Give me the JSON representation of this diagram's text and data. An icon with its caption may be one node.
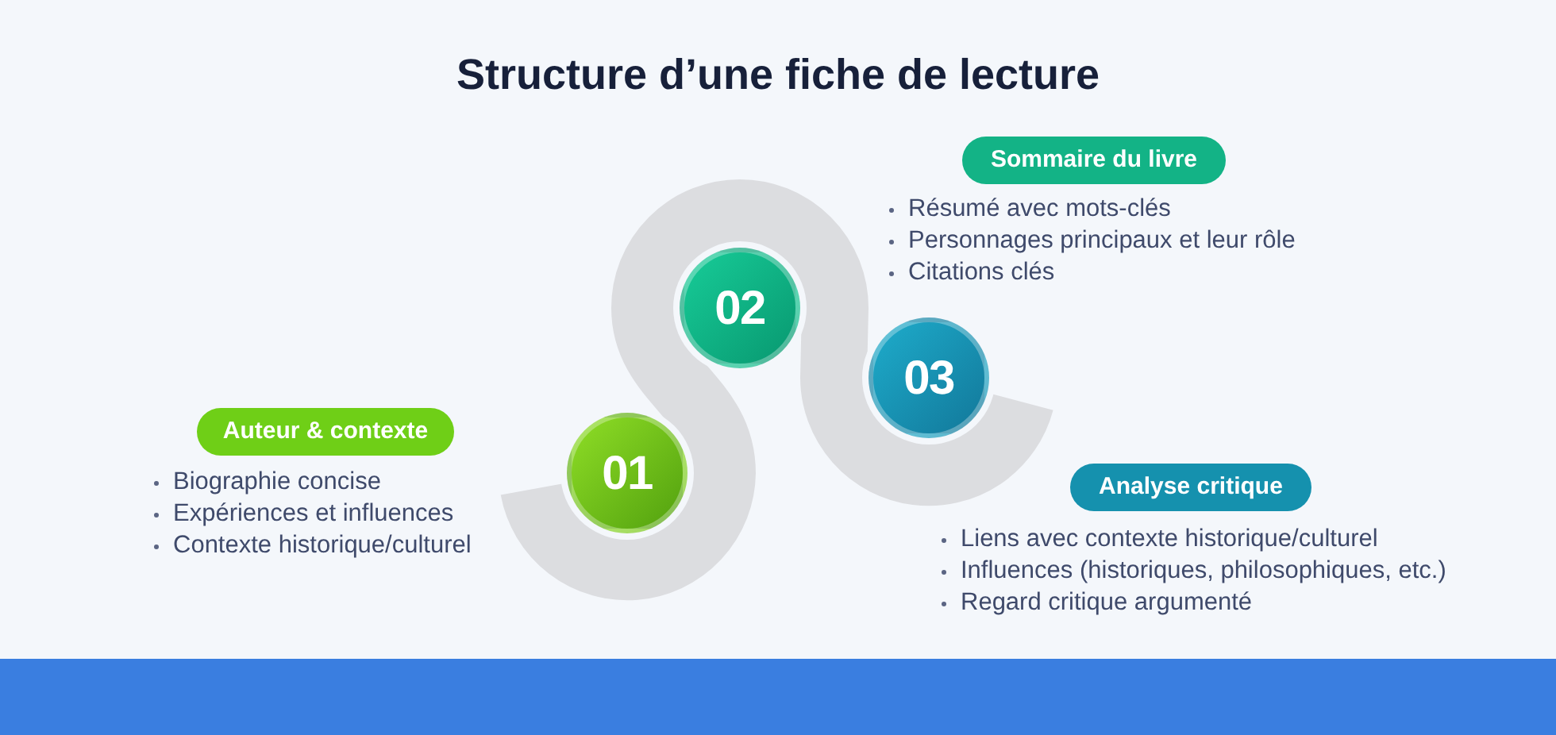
{
  "diagram": {
    "title": "Structure d’une fiche de lecture",
    "nodes": [
      {
        "text": [
          "01"
        ]
      },
      {
        "text": [
          "02"
        ]
      },
      {
        "text": [
          "03"
        ]
      },
      {
        "text": [
          "Auteur & contexte"
        ],
        "beside": [
          "Biographie concise",
          "Expériences et influences",
          "Contexte historique/culturel"
        ]
      },
      {
        "text": [
          "Sommaire du livre"
        ],
        "beside": [
          "Résumé avec mots-clés",
          "Personnages principaux et leur rôle",
          "Citations clés"
        ]
      },
      {
        "text": [
          "Analyse critique"
        ],
        "beside": [
          "Liens avec contexte historique/culturel",
          "Influences (historiques, philosophiques, etc.)",
          "Regard critique argumenté"
        ]
      }
    ]
  }
}
